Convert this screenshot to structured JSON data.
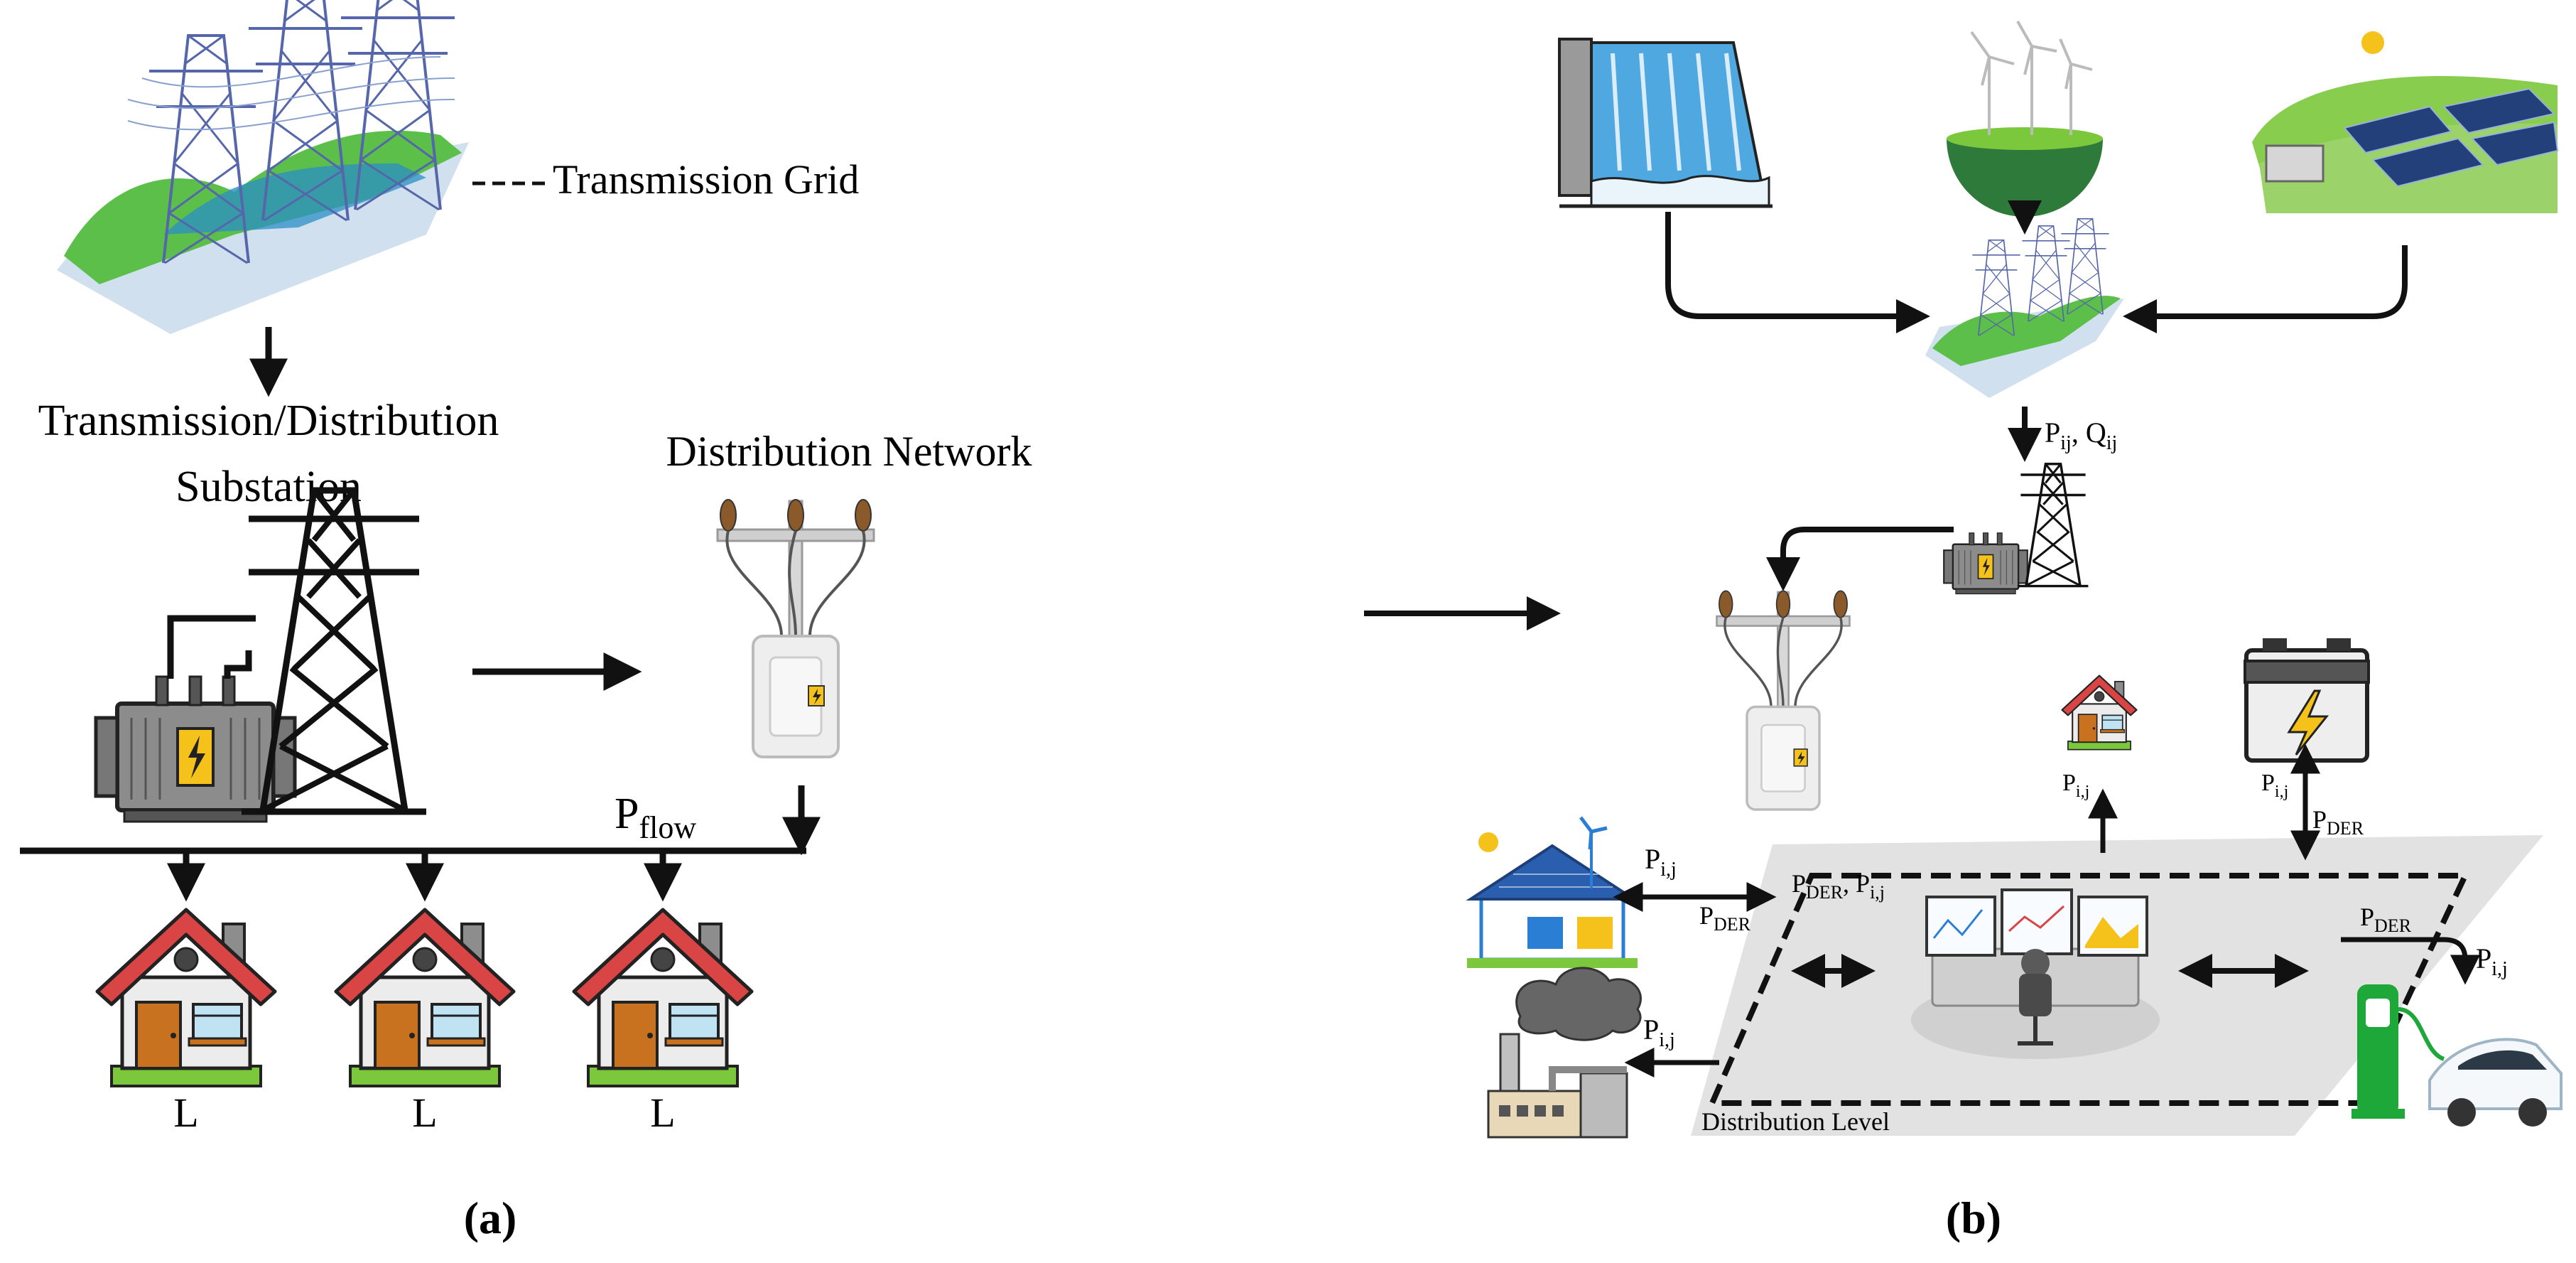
{
  "panel_a": {
    "caption": "(a)",
    "transmission_grid_label": "Transmission Grid",
    "substation_label_line1": "Transmission/Distribution",
    "substation_label_line2": "Substation",
    "distribution_network_label": "Distribution Network",
    "pflow_base": "P",
    "pflow_sub": "flow",
    "load_labels": [
      "L",
      "L",
      "L"
    ]
  },
  "panel_b": {
    "caption": "(b)",
    "pq_p": "P",
    "pq_p_sub": "ij",
    "pq_sep": ", Q",
    "pq_q_sub": "ij",
    "distribution_level_label": "Distribution Level",
    "p_base": "P",
    "pij_sub": "i,j",
    "pder_sub": "DER",
    "comma": ", "
  },
  "colors": {
    "roof_red": "#d94545",
    "door_orange": "#c8711e",
    "grass_green": "#7cc83c",
    "hill_green": "#5cbf4a",
    "water_blue": "#4fa8e0",
    "platform_gray": "#e2e2e2",
    "ev_green": "#1fa83a",
    "battery_yellow": "#f4c21a"
  }
}
